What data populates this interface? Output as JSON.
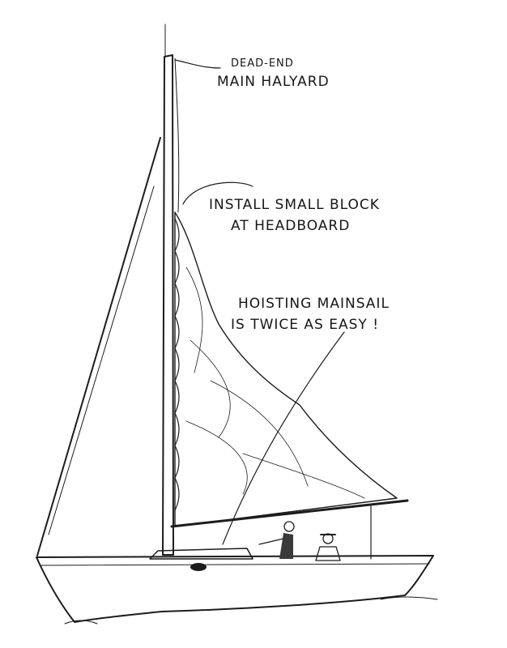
{
  "annotations": {
    "halyard": {
      "line1": "DEAD-END",
      "line2": "MAIN HALYARD"
    },
    "block": {
      "line1": "INSTALL SMALL BLOCK",
      "line2": "AT HEADBOARD"
    },
    "hoisting": {
      "line1": "HOISTING MAINSAIL",
      "line2": "IS TWICE AS EASY !"
    }
  },
  "colors": {
    "ink": "#1c1c1c",
    "paper": "#ffffff",
    "shade": "#cfcfcf"
  }
}
